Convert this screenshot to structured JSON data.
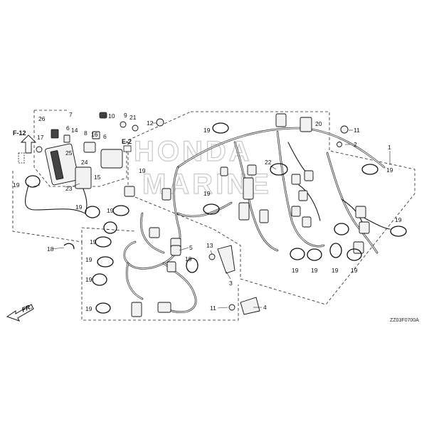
{
  "watermark": "HONDA MARINE",
  "diagram_code": "ZZ03F0700A",
  "headers": {
    "ref_f12": "F-12",
    "ref_e2": "E-2",
    "front": "FR."
  },
  "callouts": [
    "1",
    "2",
    "3",
    "4",
    "5",
    "6",
    "7",
    "8",
    "9",
    "10",
    "11",
    "12",
    "13",
    "14",
    "15",
    "16",
    "17",
    "18",
    "19",
    "20",
    "21",
    "22",
    "23",
    "24",
    "25",
    "26"
  ],
  "icons": {
    "front_arrow": "front-direction-arrow-icon",
    "ref_arrow": "reference-arrow-icon"
  }
}
